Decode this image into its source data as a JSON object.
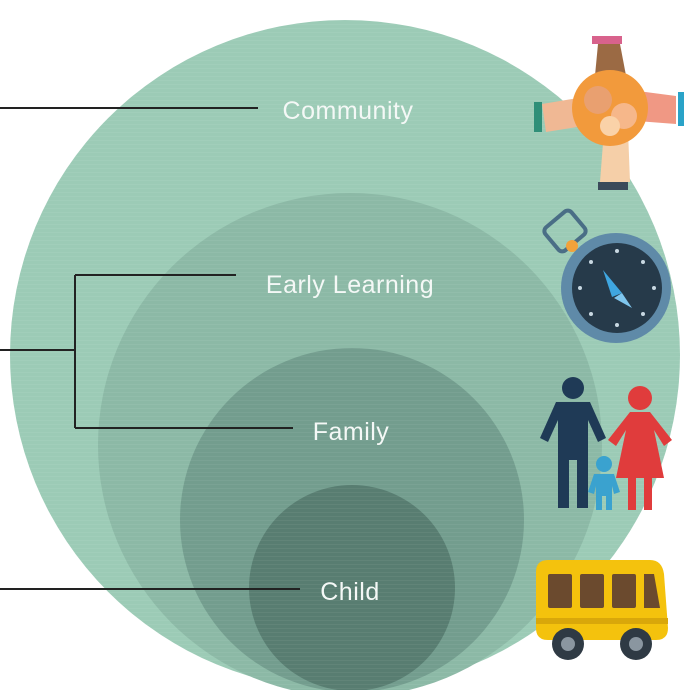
{
  "diagram": {
    "rings": [
      {
        "label": "Community"
      },
      {
        "label": "Early Learning"
      },
      {
        "label": "Family"
      },
      {
        "label": "Child"
      }
    ],
    "colors": {
      "community": "#9ccbb6",
      "early_learning": "#8cb9a6",
      "family": "#739d8e",
      "child": "#587d71",
      "line": "#222222"
    },
    "icons": [
      {
        "name": "hands-together-icon"
      },
      {
        "name": "compass-icon"
      },
      {
        "name": "family-icon"
      },
      {
        "name": "school-bus-icon"
      }
    ]
  }
}
